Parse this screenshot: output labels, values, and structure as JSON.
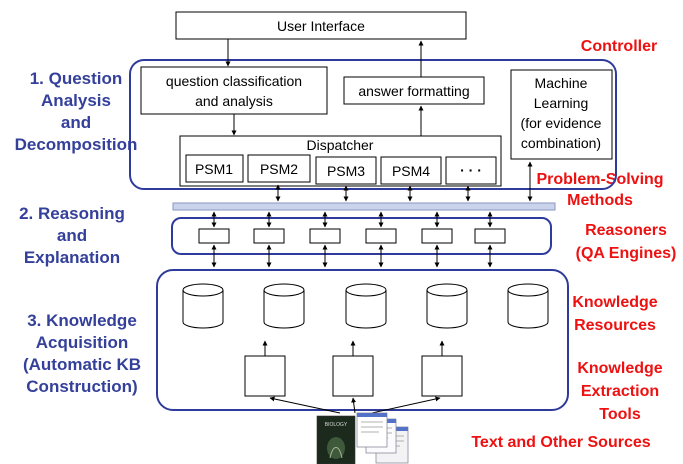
{
  "colors": {
    "section_label": "#34409a",
    "side_label": "#ee1111",
    "region_border": "#2f3b9c",
    "box_border": "#000000",
    "arrow": "#000000",
    "bus_fill": "#c9d4ec",
    "bus_border": "#8a96bf"
  },
  "section_labels": {
    "question_analysis": [
      "1. Question",
      "Analysis",
      "and",
      "Decomposition"
    ],
    "reasoning": [
      "2. Reasoning",
      "and",
      "Explanation"
    ],
    "knowledge_acquisition": [
      "3. Knowledge",
      "Acquisition",
      "(Automatic KB",
      "Construction)"
    ]
  },
  "side_labels": {
    "controller": "Controller",
    "psm": [
      "Problem-Solving",
      "Methods"
    ],
    "reasoners": [
      "Reasoners",
      "(QA Engines)"
    ],
    "resources": [
      "Knowledge",
      "Resources"
    ],
    "extraction": [
      "Knowledge",
      "Extraction",
      "Tools"
    ],
    "sources": "Text and Other Sources"
  },
  "boxes": {
    "user_interface": "User Interface",
    "question_classification": [
      "question classification",
      "and analysis"
    ],
    "answer_formatting": "answer formatting",
    "machine_learning": [
      "Machine",
      "Learning",
      "(for evidence",
      "combination)"
    ],
    "dispatcher": "Dispatcher",
    "psms": [
      "PSM1",
      "PSM2",
      "PSM3",
      "PSM4",
      "· · ·"
    ]
  },
  "sources_image": {
    "cover_title": "BIOLOGY"
  }
}
